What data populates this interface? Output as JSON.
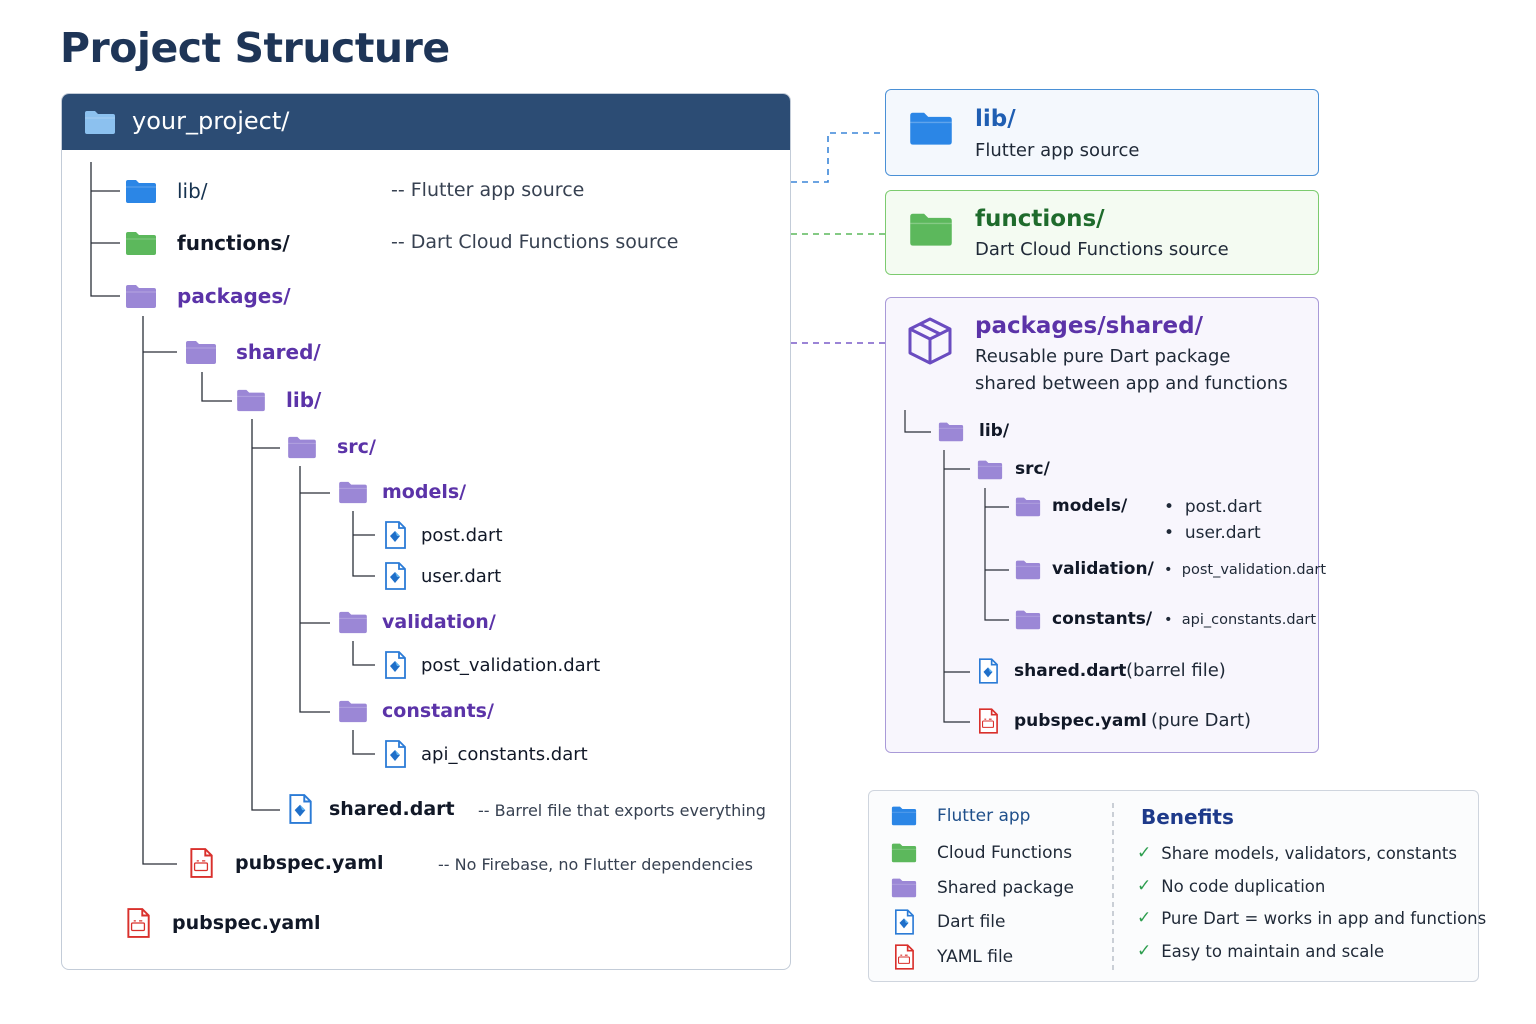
{
  "title": "Project Structure",
  "tree": {
    "root": "your_project/",
    "lib": {
      "label": "lib/",
      "desc": "-- Flutter app source"
    },
    "functions": {
      "label": "functions/",
      "desc": "-- Dart Cloud Functions source"
    },
    "packages": "packages/",
    "shared": "shared/",
    "shared_lib": "lib/",
    "src": "src/",
    "models": "models/",
    "post_dart": "post.dart",
    "user_dart": "user.dart",
    "validation": "validation/",
    "post_validation_dart": "post_validation.dart",
    "constants": "constants/",
    "api_constants_dart": "api_constants.dart",
    "shared_dart": {
      "label": "shared.dart",
      "desc": "-- Barrel file that exports everything"
    },
    "shared_pubspec": {
      "label": "pubspec.yaml",
      "desc": "-- No Firebase, no Flutter dependencies"
    },
    "root_pubspec": "pubspec.yaml"
  },
  "cards": {
    "lib": {
      "title": "lib/",
      "subtitle": "Flutter app source"
    },
    "functions": {
      "title": "functions/",
      "subtitle": "Dart Cloud Functions source"
    },
    "shared": {
      "title": "packages/shared/",
      "subtitle_1": "Reusable pure Dart package",
      "subtitle_2": "shared between app and functions",
      "lib": "lib/",
      "src": "src/",
      "models": "models/",
      "models_files": [
        "post.dart",
        "user.dart"
      ],
      "validation": "validation/",
      "validation_file": "post_validation.dart",
      "constants": "constants/",
      "constants_file": "api_constants.dart",
      "shared_dart": "shared.dart",
      "shared_dart_desc": "(barrel file)",
      "pubspec": "pubspec.yaml",
      "pubspec_desc": "(pure Dart)"
    }
  },
  "legend": {
    "items": [
      "Flutter app",
      "Cloud Functions",
      "Shared package",
      "Dart file",
      "YAML file"
    ],
    "benefits_title": "Benefits",
    "benefits": [
      "Share models, validators, constants",
      "No code duplication",
      "Pure Dart = works in app and functions",
      "Easy to maintain and scale"
    ]
  },
  "colors": {
    "header": "#2c4c74",
    "flutter_blue": "#2b86e6",
    "functions_green": "#5cb85c",
    "shared_purple": "#9b87d6",
    "yaml_red": "#d9302c"
  }
}
